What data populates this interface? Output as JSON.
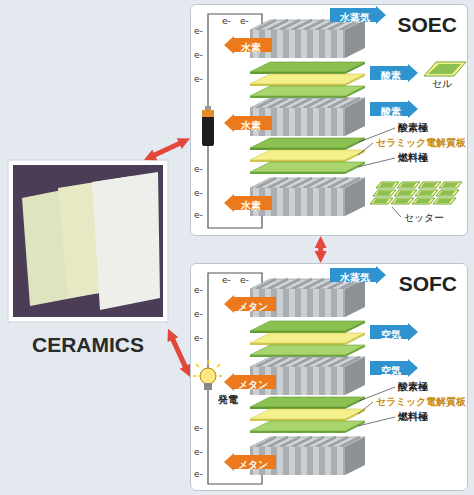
{
  "diagram": {
    "nodes": [
      {
        "text": [
          "SOEC"
        ]
      },
      {
        "text": [
          "水蒸気"
        ],
        "in": 0
      },
      {
        "text": [
          "水素"
        ],
        "in": 0
      },
      {
        "text": [
          "酸素"
        ],
        "in": 0
      },
      {
        "text": [
          "水素"
        ],
        "in": 0
      },
      {
        "text": [
          "酸素"
        ],
        "in": 0
      },
      {
        "text": [
          "水素"
        ],
        "in": 0
      },
      {
        "text": [
          "CERAMICS"
        ]
      },
      {
        "text": [
          "SOFC"
        ]
      },
      {
        "text": [
          "水蒸気"
        ],
        "in": 8
      },
      {
        "text": [
          "メタン"
        ],
        "in": 8
      },
      {
        "text": [
          "空気"
        ],
        "in": 8
      },
      {
        "text": [
          "メタン"
        ],
        "in": 8
      },
      {
        "text": [
          "空気"
        ],
        "in": 8
      },
      {
        "text": [
          "メタン"
        ],
        "in": 8
      }
    ],
    "edges": [
      {
        "from": 7,
        "to": 0,
        "arrow": "both"
      },
      {
        "from": 7,
        "to": 8,
        "arrow": "both"
      },
      {
        "from": 0,
        "to": 8,
        "arrow": "both"
      }
    ],
    "labels": [
      "e-",
      "e-",
      "e-",
      "e-",
      "e-",
      "e-",
      "e-",
      "e-",
      "セル",
      "酸素極",
      "セラミック電解質板",
      "燃料極",
      "セッター",
      "e-",
      "e-",
      "e-",
      "e-",
      "e-",
      "e-",
      "e-",
      "e-",
      "発電",
      "酸素極",
      "セラミック電解質板",
      "燃料極"
    ]
  }
}
